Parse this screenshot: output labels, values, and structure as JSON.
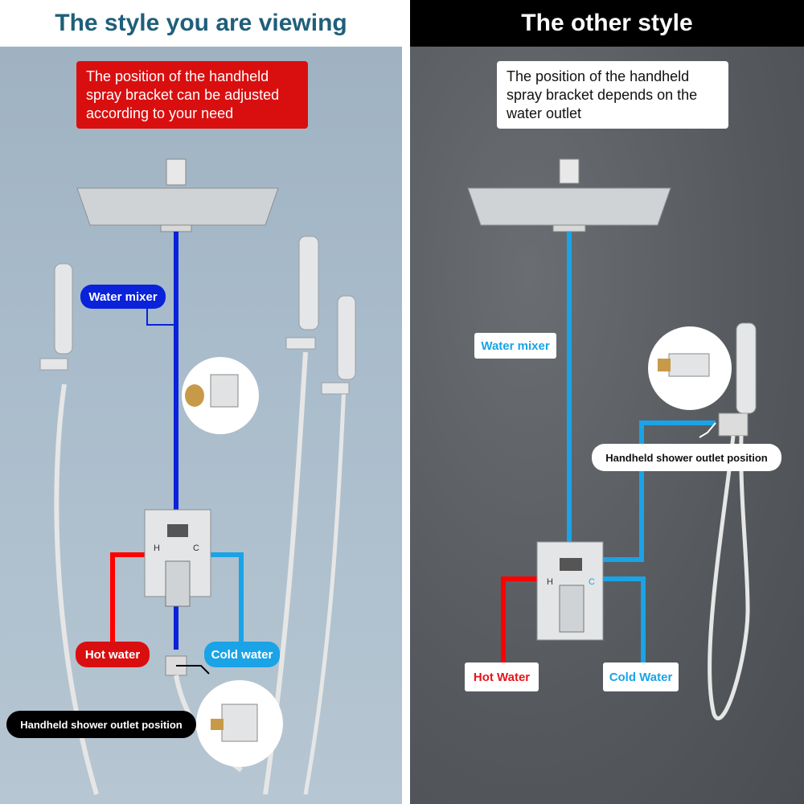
{
  "left": {
    "title": "The style you are viewing",
    "note": "The position of the handheld spray bracket can be adjusted according to your need",
    "labels": {
      "water_mixer": "Water  mixer",
      "hot_water": "Hot  water",
      "cold_water": "Cold  water",
      "outlet": "Handheld shower outlet position"
    },
    "colors": {
      "title": "#1f5f7a",
      "mixer_pipe": "#0a22d9",
      "hot_pipe": "#ff0000",
      "cold_pipe": "#1aa3e6"
    }
  },
  "right": {
    "title": "The other style",
    "note": "The position of the handheld spray bracket depends on the water outlet",
    "labels": {
      "water_mixer": "Water mixer",
      "hot_water": "Hot Water",
      "cold_water": "Cold Water",
      "outlet": "Handheld shower outlet position"
    },
    "colors": {
      "mixer_pipe": "#1aa3e6",
      "hot_pipe": "#ff0000",
      "cold_pipe": "#1aa3e6"
    }
  },
  "valve_marks": {
    "hot": "H",
    "cold": "C"
  }
}
